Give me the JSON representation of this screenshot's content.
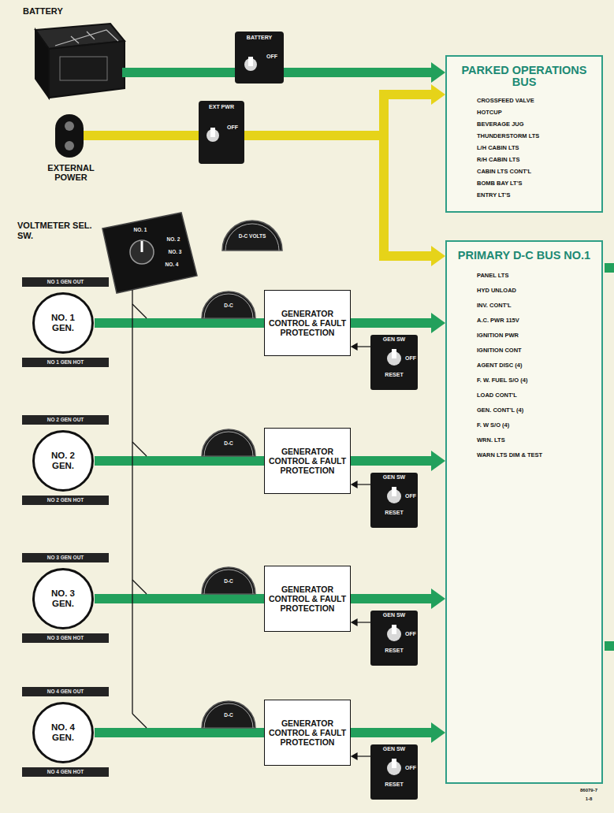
{
  "diagram": {
    "nodes": [
      {
        "text": [
          "BATTERY"
        ]
      },
      {
        "text": [
          "PARKED OPERATIONS BUS",
          "CROSSFEED VALVE",
          "HOTCUP",
          "BEVERAGE JUG",
          "THUNDERSTORM LTS",
          "L/H CABIN LTS",
          "R/H CABIN LTS",
          "CABIN LTS CONT'L",
          "BOMB BAY LT'S",
          "ENTRY LT'S"
        ]
      },
      {
        "text": [
          "EXTERNAL POWER"
        ]
      },
      {
        "text": [
          "PRIMARY D-C BUS NO.1",
          "PANEL LTS",
          "HYD UNLOAD",
          "INV. CONT'L",
          "A.C. PWR 115V",
          "IGNITION PWR",
          "IGNITION CONT",
          "AGENT DISC (4)",
          "F. W. FUEL S/O (4)",
          "LOAD CONT'L",
          "GEN. CONT'L (4)",
          "F. W S/O (4)",
          "WRN. LTS",
          "WARN LTS DIM & TEST"
        ]
      },
      {
        "text": [
          "NO. 1 GEN."
        ]
      },
      {
        "text": [
          "GENERATOR CONTROL & FAULT PROTECTION"
        ]
      },
      {
        "text": [
          "NO. 2 GEN."
        ]
      },
      {
        "text": [
          "GENERATOR CONTROL & FAULT PROTECTION"
        ]
      },
      {
        "text": [
          "NO. 3 GEN."
        ]
      },
      {
        "text": [
          "GENERATOR CONTROL & FAULT PROTECTION"
        ]
      },
      {
        "text": [
          "NO. 4 GEN."
        ]
      },
      {
        "text": [
          "GENERATOR CONTROL & FAULT PROTECTION"
        ]
      }
    ],
    "edges": [
      {
        "from": 0,
        "to": 1,
        "arrow": "to"
      },
      {
        "from": 2,
        "to": 1,
        "arrow": "to"
      },
      {
        "from": 2,
        "to": 3,
        "arrow": "to"
      },
      {
        "from": 4,
        "to": 5,
        "arrow": "none"
      },
      {
        "from": 5,
        "to": 3,
        "arrow": "to"
      },
      {
        "from": 6,
        "to": 7,
        "arrow": "none"
      },
      {
        "from": 7,
        "to": 3,
        "arrow": "to"
      },
      {
        "from": 8,
        "to": 9,
        "arrow": "none"
      },
      {
        "from": 9,
        "to": 3,
        "arrow": "to"
      },
      {
        "from": 10,
        "to": 11,
        "arrow": "none"
      },
      {
        "from": 11,
        "to": 3,
        "arrow": "to"
      }
    ],
    "labels": [
      "BATTERY",
      "OFF",
      "EXT PWR",
      "OFF",
      "VOLTMETER SEL. SW.",
      "NO. 1",
      "NO. 2",
      "NO. 3",
      "NO. 4",
      "D-C VOLTS",
      "NO 1 GEN OUT",
      "NO 1 GEN HOT",
      "D-C",
      "GEN SW",
      "OFF",
      "RESET",
      "NO 2 GEN OUT",
      "NO 2 GEN HOT",
      "D-C",
      "GEN SW",
      "OFF",
      "RESET",
      "NO 3 GEN OUT",
      "NO 3 GEN HOT",
      "D-C",
      "GEN SW",
      "OFF",
      "RESET",
      "NO 4 GEN OUT",
      "NO 4 GEN HOT",
      "D-C",
      "GEN SW",
      "OFF",
      "RESET",
      "86079-7",
      "1-8"
    ]
  }
}
